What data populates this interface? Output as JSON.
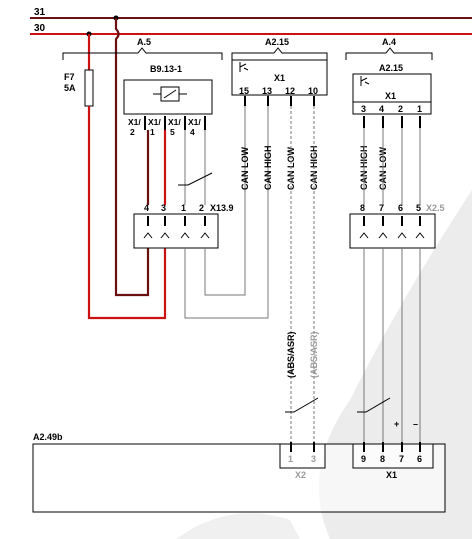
{
  "buses": {
    "bus_31": "31",
    "bus_30": "30",
    "color_31": "#6a1010",
    "color_30": "#cc1111"
  },
  "fuse": {
    "name": "F7",
    "rating": "5A"
  },
  "module_a5": {
    "label": "A.5",
    "relay": "B9.13-1",
    "pins": [
      "X1/\n2",
      "X1/\n1",
      "X1/\n5",
      "X1/\n4"
    ],
    "pin_lines": [
      [
        "X1/",
        "2"
      ],
      [
        "X1/",
        "1"
      ],
      [
        "X1/",
        "5"
      ],
      [
        "X1/",
        "4"
      ]
    ]
  },
  "module_a215": {
    "label": "A2.15",
    "connector": "X1",
    "pins": [
      "15",
      "13",
      "12",
      "10"
    ],
    "wires": [
      "CAN LOW",
      "CAN HIGH",
      "CAN LOW",
      "CAN HIGH"
    ]
  },
  "module_a4": {
    "label": "A.4",
    "sublabel": "A2.15",
    "connector": "X1",
    "pins": [
      "3",
      "4",
      "2",
      "1"
    ],
    "wires": [
      "CAN HIGH",
      "CAN LOW"
    ]
  },
  "connector_x139": {
    "name": "X13.9",
    "pins": [
      "4",
      "3",
      "1",
      "2"
    ]
  },
  "connector_x25": {
    "name": "X2.5",
    "pins": [
      "8",
      "7",
      "6",
      "5"
    ]
  },
  "abs_labels": [
    "(ABS/ASR)",
    "(ABS/ASR)"
  ],
  "module_a249b": {
    "label": "A2.49b",
    "x2": {
      "name": "X2",
      "pins": [
        "1",
        "3"
      ]
    },
    "x1": {
      "name": "X1",
      "pins": [
        "9",
        "8",
        "7",
        "6"
      ]
    },
    "signs": [
      "+",
      "–"
    ]
  }
}
